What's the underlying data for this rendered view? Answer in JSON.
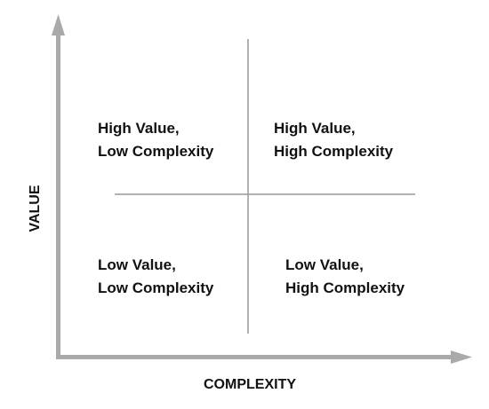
{
  "axes": {
    "x_label": "COMPLEXITY",
    "y_label": "VALUE",
    "color": "#aaaaaa"
  },
  "divider_color": "#999999",
  "quadrants": {
    "top_left": {
      "line1": "High Value,",
      "line2": "Low Complexity"
    },
    "top_right": {
      "line1": "High Value,",
      "line2": "High Complexity"
    },
    "bottom_left": {
      "line1": "Low Value,",
      "line2": "Low Complexity"
    },
    "bottom_right": {
      "line1": "Low Value,",
      "line2": "High Complexity"
    }
  }
}
